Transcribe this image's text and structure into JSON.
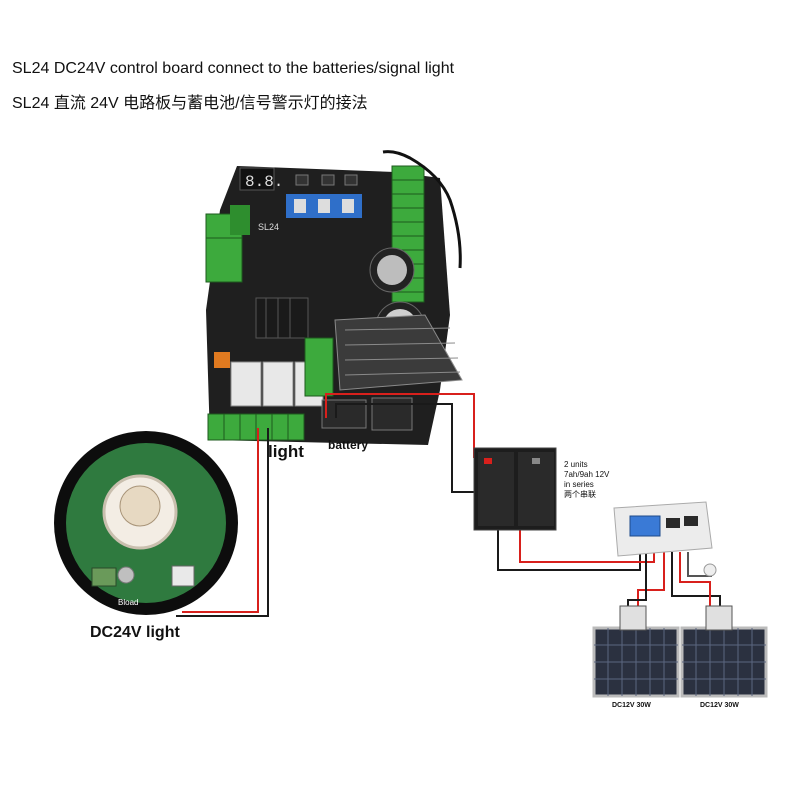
{
  "title_en": "SL24 DC24V control board connect to the batteries/signal light",
  "title_cn": "SL24  直流 24V 电路板与蓄电池/信号警示灯的接法",
  "labels": {
    "light": "light",
    "battery": "battery",
    "dc24v_light": "DC24V light"
  },
  "board": {
    "model": "SL24",
    "display": "8.8."
  },
  "battery_note": {
    "line1": "2 units",
    "line2": "7ah/9ah 12V",
    "line3": "in series",
    "line4": "两个串联"
  },
  "panels": {
    "left": "DC12V 30W",
    "right": "DC12V 30W"
  },
  "light_pcb_text": "Bload",
  "colors": {
    "red_wire": "#d8201c",
    "black_wire": "#1a1a1a",
    "board": "#1f1f1f",
    "terminal_green": "#3daa3d",
    "pcb_green": "#2f7a3f"
  }
}
